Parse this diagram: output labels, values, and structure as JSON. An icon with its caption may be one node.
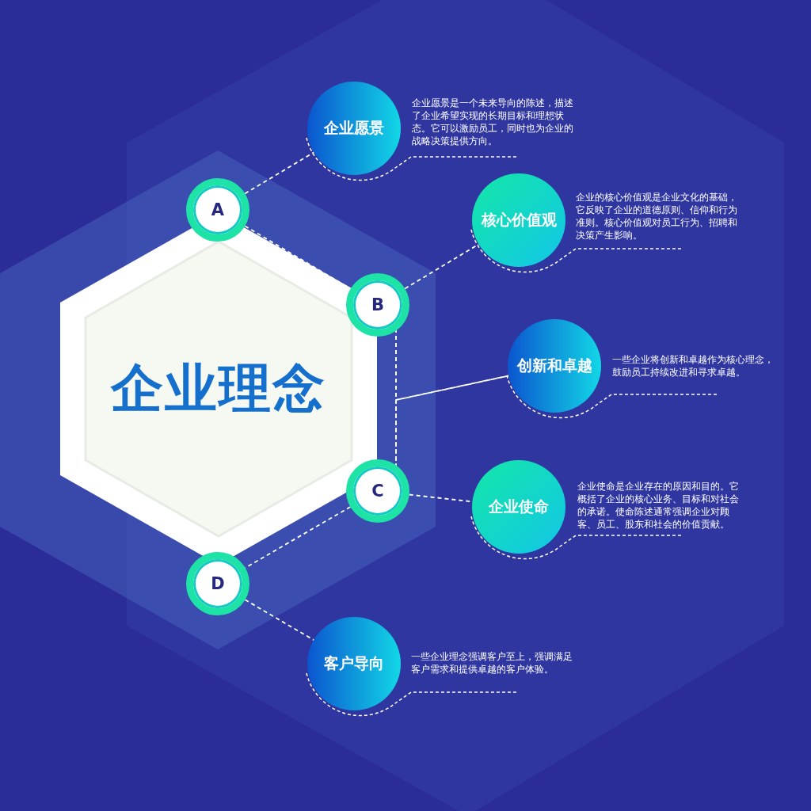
{
  "diagram": {
    "nodes": [
      {
        "text": [
          "企业理念"
        ]
      },
      {
        "text": [
          "A"
        ]
      },
      {
        "text": [
          "企业愿景"
        ],
        "beside": [
          "企业愿景是一个未来导向的陈述，描述了企业希望实现的长期目标和理想状态。它可以激励员工，同时也为企业的战略决策提供方向。"
        ]
      },
      {
        "text": [
          "B"
        ]
      },
      {
        "text": [
          "核心价值观"
        ],
        "beside": [
          "企业的核心价值观是企业文化的基础，它反映了企业的道德原则、信仰和行为准则。核心价值观对员工行为、招聘和决策产生影响。"
        ]
      },
      {
        "text": [
          "创新和卓越"
        ],
        "beside": [
          "一些企业将创新和卓越作为核心理念，鼓励员工持续改进和寻求卓越。"
        ]
      },
      {
        "text": [
          "C"
        ]
      },
      {
        "text": [
          "企业使命"
        ],
        "beside": [
          "企业使命是企业存在的原因和目的。它概括了企业的核心业务、目标和对社会的承诺。使命陈述通常强调企业对顾客、员工、股东和社会的价值贡献。"
        ]
      },
      {
        "text": [
          "D"
        ]
      },
      {
        "text": [
          "客户导向"
        ],
        "beside": [
          "一些企业理念强调客户至上，强调满足客户需求和提供卓越的客户体验。"
        ]
      }
    ],
    "edges": [
      {
        "from": 1,
        "to": 2,
        "arrow": "none",
        "style": "dashed"
      },
      {
        "from": 1,
        "to": 3,
        "arrow": "none",
        "style": "dashed"
      },
      {
        "from": 3,
        "to": 4,
        "arrow": "none",
        "style": "dashed"
      },
      {
        "from": 3,
        "to": 6,
        "arrow": "none",
        "style": "dashed"
      },
      {
        "from": 3,
        "to": 5,
        "arrow": "none",
        "style": "dashed"
      },
      {
        "from": 6,
        "to": 5,
        "arrow": "none",
        "style": "dashed"
      },
      {
        "from": 6,
        "to": 7,
        "arrow": "none",
        "style": "dashed"
      },
      {
        "from": 6,
        "to": 8,
        "arrow": "none",
        "style": "dashed"
      },
      {
        "from": 8,
        "to": 9,
        "arrow": "none",
        "style": "dashed"
      }
    ]
  }
}
